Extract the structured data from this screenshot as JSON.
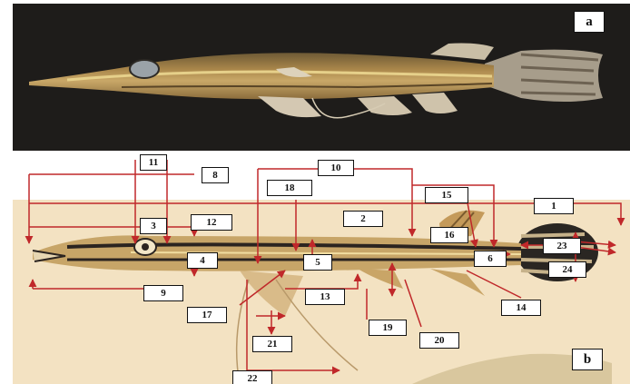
{
  "panels": {
    "a": "a",
    "b": "b"
  },
  "labels": {
    "l1": "1",
    "l2": "2",
    "l3": "3",
    "l4": "4",
    "l5": "5",
    "l6": "6",
    "l8": "8",
    "l9": "9",
    "l10": "10",
    "l11": "11",
    "l12": "12",
    "l13": "13",
    "l14": "14",
    "l15": "15",
    "l16": "16",
    "l17": "17",
    "l18": "18",
    "l19": "19",
    "l20": "20",
    "l21": "21",
    "l22": "22",
    "l23": "23",
    "l24": "24"
  },
  "colors": {
    "arrow": "#c0282a",
    "fish_body": "#b08a4a",
    "background_photo": "#1e1c1a",
    "background_drawing": "#f3e2c2"
  }
}
